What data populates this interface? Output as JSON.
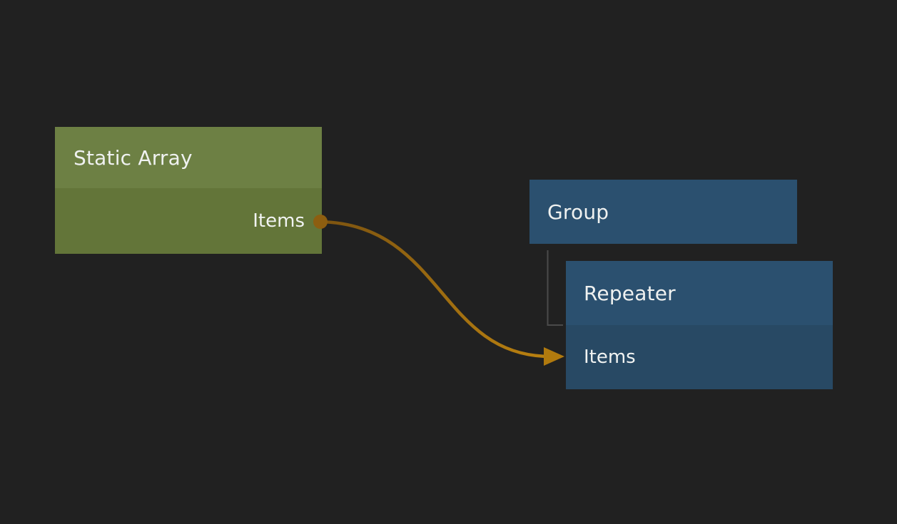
{
  "canvas": {
    "background_color": "#212121"
  },
  "nodes": {
    "static_array": {
      "title": "Static Array",
      "ports": {
        "output": {
          "label": "Items"
        }
      },
      "colors": {
        "header": "#6d8044",
        "body": "#637539"
      }
    },
    "group": {
      "title": "Group",
      "colors": {
        "header": "#2b506f"
      }
    },
    "repeater": {
      "title": "Repeater",
      "ports": {
        "input": {
          "label": "Items"
        }
      },
      "colors": {
        "header": "#2b506f",
        "body": "#284964"
      }
    }
  },
  "connection": {
    "colors": {
      "wire_start": "#7d5410",
      "wire_end": "#bb8210",
      "dot": "#8d5e10",
      "arrow": "#b17a0e"
    }
  },
  "hierarchy": {
    "tree_line_color": "#4a4a4a"
  }
}
